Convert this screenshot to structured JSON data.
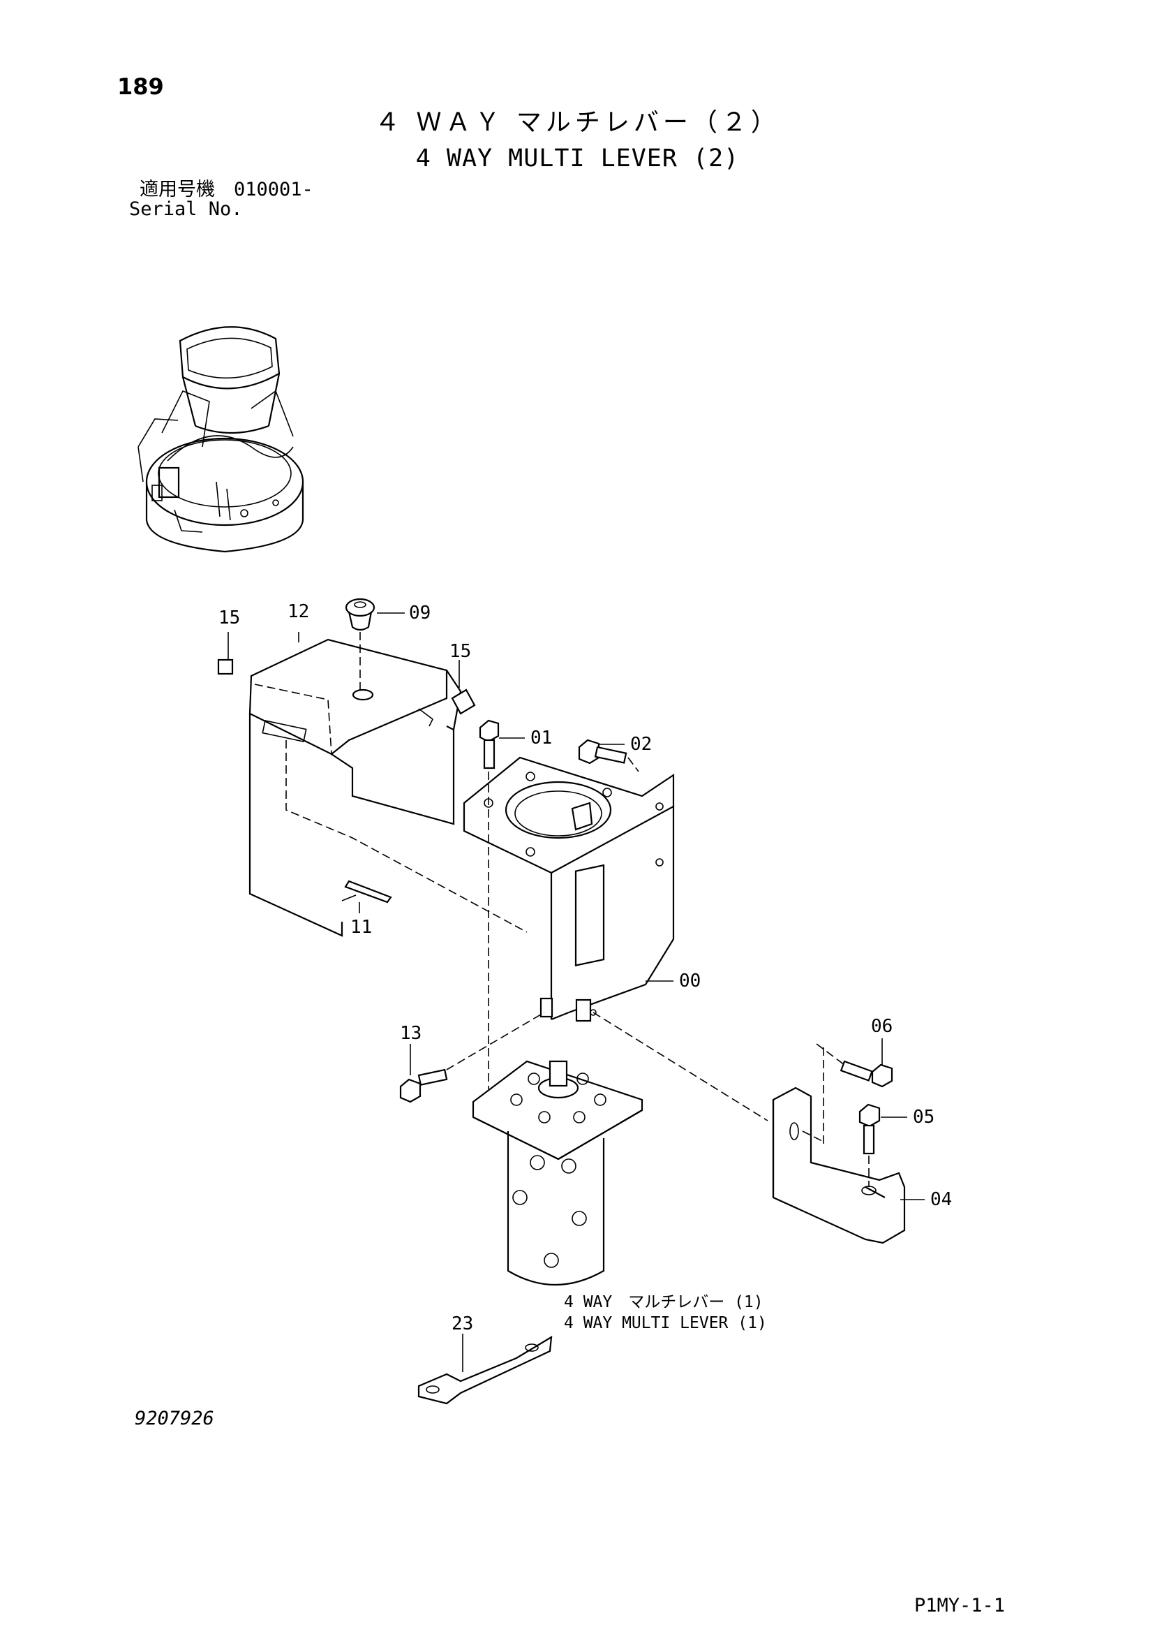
{
  "header": {
    "page_number": "189",
    "title_jp": "４ ＷＡＹ マルチレバー（２）",
    "title_en": "4 WAY MULTI LEVER (2)",
    "serial_jp": "適用号機　010001-",
    "serial_en": "Serial No."
  },
  "callouts": {
    "p15a": "15",
    "p12": "12",
    "p09": "09",
    "p15b": "15",
    "p01": "01",
    "p02": "02",
    "p11": "11",
    "p00": "00",
    "p13": "13",
    "p06": "06",
    "p05": "05",
    "p04": "04",
    "p23": "23"
  },
  "reference_note": {
    "line_jp": "4 WAY　マルチレバー (1)",
    "line_en": "4 WAY MULTI LEVER (1)"
  },
  "footer": {
    "figure_id": "9207926",
    "page_code": "P1MY-1-1"
  }
}
